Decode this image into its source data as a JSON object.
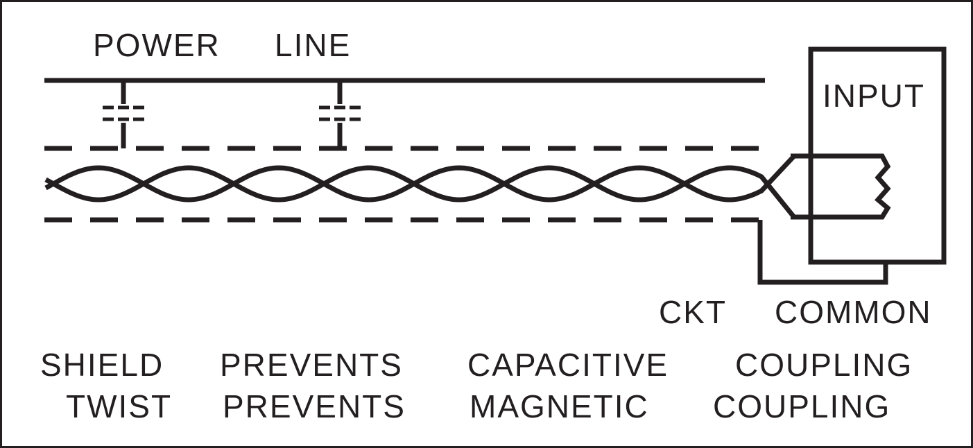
{
  "colors": {
    "ink": "#231f20",
    "background": "#ffffff"
  },
  "labels": {
    "power": "POWER",
    "line": "LINE",
    "input": "INPUT",
    "ckt": "CKT",
    "common": "COMMON"
  },
  "caption": {
    "row1": [
      "SHIELD",
      "PREVENTS",
      "CAPACITIVE",
      "COUPLING"
    ],
    "row2": [
      "TWIST",
      "PREVENTS",
      "MAGNETIC",
      "COUPLING"
    ]
  }
}
